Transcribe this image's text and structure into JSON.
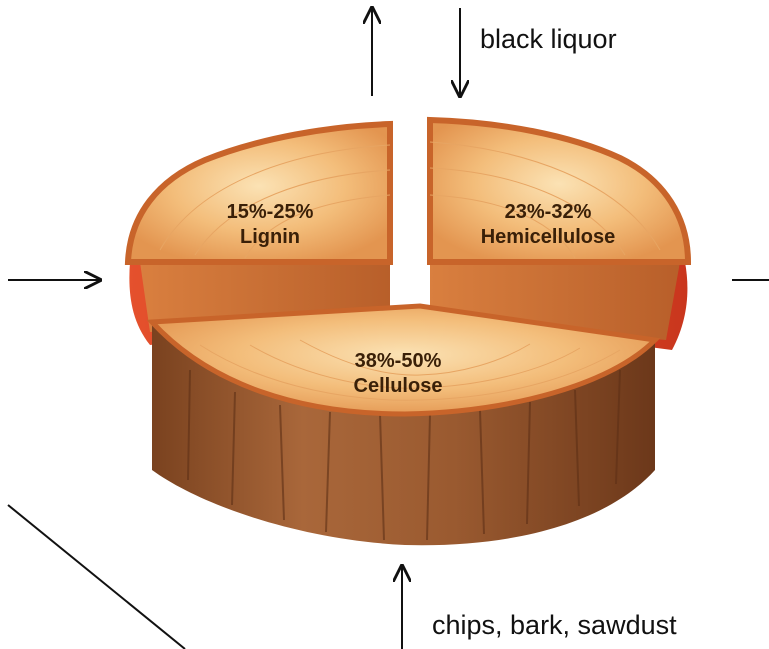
{
  "annotations": {
    "top_input": "black liquor",
    "bottom_input": "chips, bark, sawdust"
  },
  "slices": {
    "lignin": {
      "percent": "15%-25%",
      "name": "Lignin"
    },
    "hemicellulose": {
      "percent": "23%-32%",
      "name": "Hemicellulose"
    },
    "cellulose": {
      "percent": "38%-50%",
      "name": "Cellulose"
    }
  },
  "colors": {
    "wood_top_light": "#f6c98c",
    "wood_top_mid": "#e9a45c",
    "bark_rim": "#c8642a",
    "side_red": "#e0432a",
    "trunk_side": "#9b5a2e",
    "trunk_side_dark": "#6d3a1c",
    "arrow": "#111111"
  },
  "icons": {
    "up_arrow_top": "arrow-up-icon",
    "down_arrow_top": "arrow-down-icon",
    "left_arrow_in": "arrow-right-icon",
    "right_arrow_out": "arrow-right-icon",
    "bottom_arrow_up": "arrow-up-icon"
  }
}
